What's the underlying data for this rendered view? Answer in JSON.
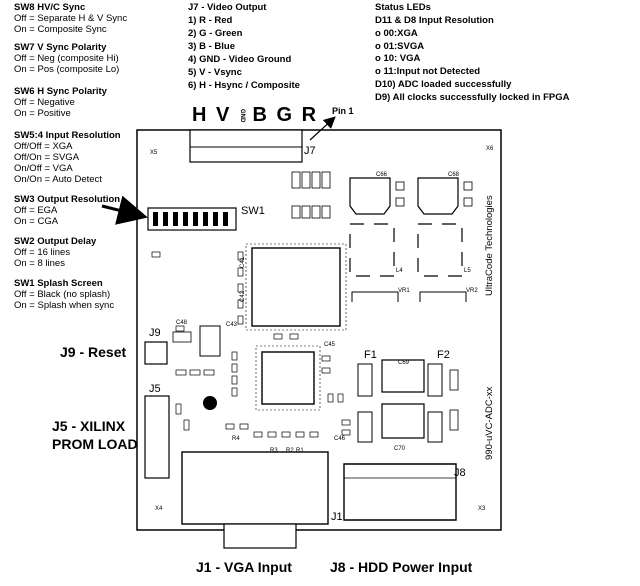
{
  "switches": [
    {
      "title": "SW8 HV/C Sync",
      "lines": [
        "Off = Separate H & V Sync",
        "On = Composite Sync"
      ]
    },
    {
      "title": "SW7 V Sync Polarity",
      "lines": [
        "Off = Neg (composite Hi)",
        "On = Pos (composite Lo)"
      ]
    },
    {
      "title": "SW6 H Sync Polarity",
      "lines": [
        "Off = Negative",
        "On = Positive"
      ]
    },
    {
      "title": "SW5:4 Input Resolution",
      "lines": [
        "Off/Off = XGA",
        "Off/On = SVGA",
        "On/Off = VGA",
        "On/On = Auto Detect"
      ]
    },
    {
      "title": "SW3 Output Resolution",
      "lines": [
        "Off = EGA",
        "On = CGA"
      ]
    },
    {
      "title": "SW2 Output Delay",
      "lines": [
        "Off = 16 lines",
        "On = 8 lines"
      ]
    },
    {
      "title": "SW1 Splash Screen",
      "lines": [
        "Off = Black (no splash)",
        "On = Splash when sync"
      ]
    }
  ],
  "j7": {
    "title": "J7 - Video Output",
    "lines": [
      "1) R - Red",
      "2) G - Green",
      "3) B - Blue",
      "4) GND - Video Ground",
      "5) V - Vsync",
      "6) H - Hsync / Composite"
    ],
    "pin_letters": [
      "H",
      "V",
      "B",
      "G",
      "R"
    ],
    "gnd_small": "GND",
    "pin1": "Pin 1"
  },
  "leds": {
    "title": "Status LEDs",
    "lines": [
      "D11 & D8 Input Resolution",
      "o 00:XGA",
      "o 01:SVGA",
      "o 10: VGA",
      "o 11:Input not Detected",
      "D10) ADC loaded successfully"
    ],
    "d9": "D9) All clocks successfully locked in FPGA"
  },
  "labels": {
    "j9": "J9 - Reset",
    "j5a": "J5 - XILINX",
    "j5b": "PROM LOAD",
    "j1": "J1 - VGA Input",
    "j8": "J8 - HDD Power Input"
  },
  "board": {
    "vendor": "UltraCode Technologies",
    "part": "990-uVC-ADC-xx",
    "sw1": "SW1",
    "j7": "J7",
    "j9": "J9",
    "j5": "J5",
    "j1": "J1",
    "j8": "J8",
    "f1": "F1",
    "f2": "F2",
    "x5": "X5",
    "x6": "X6",
    "x4": "X4",
    "x3": "X3",
    "l4": "L4",
    "l5": "L5",
    "vr1": "VR1",
    "vr2": "VR2",
    "c66": "C66",
    "c68": "C68",
    "c69": "C69",
    "c70": "C70",
    "c48": "C48",
    "c43": "C43",
    "c41": "C41",
    "c42": "C42",
    "c45": "C45",
    "c46": "C46",
    "r1": "R1",
    "r2": "R2",
    "r3": "R3",
    "r4": "R4"
  }
}
